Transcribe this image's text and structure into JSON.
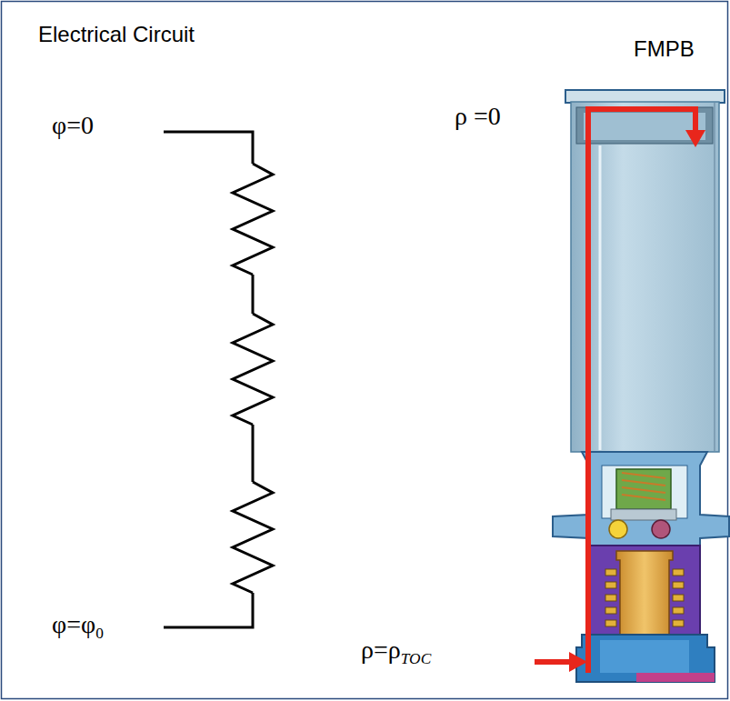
{
  "diagram": {
    "labels": [
      "Electrical Circuit",
      "FMPB",
      "φ=0",
      "φ=φ0",
      "ρ =0",
      "ρ=ρTOC"
    ]
  }
}
